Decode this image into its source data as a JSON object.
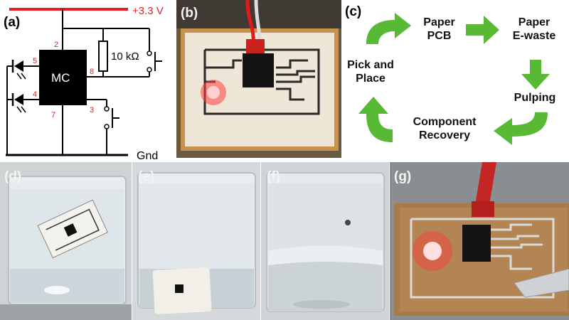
{
  "panels": {
    "a": {
      "label": "(a)",
      "supply": "+3.3 V",
      "ground": "Gnd",
      "chip": "MC",
      "resistor": "10 kΩ",
      "pins": [
        "2",
        "5",
        "4",
        "7",
        "8",
        "3"
      ]
    },
    "b": {
      "label": "(b)"
    },
    "c": {
      "label": "(c)",
      "steps": {
        "paper_pcb": [
          "Paper",
          "PCB"
        ],
        "paper_ewaste": [
          "Paper",
          "E-waste"
        ],
        "pulping": [
          "Pulping"
        ],
        "component_recovery": [
          "Component",
          "Recovery"
        ],
        "pick_and_place": [
          "Pick and",
          "Place"
        ]
      },
      "arrow_color": "#58b935"
    },
    "d": {
      "label": "(d)"
    },
    "e": {
      "label": "(e)"
    },
    "f": {
      "label": "(f)"
    },
    "g": {
      "label": "(g)"
    }
  },
  "colors": {
    "supply_red": "#e31e24",
    "led_red": "#ff2a2a",
    "trace_dark": "#2a2a2a"
  }
}
